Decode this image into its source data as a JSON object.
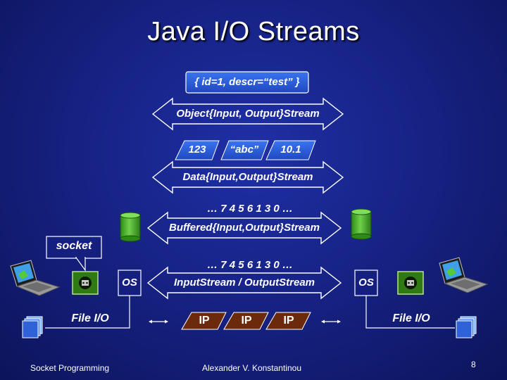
{
  "slide": {
    "title": "Java I/O Streams",
    "page_number": "8",
    "footer_left": "Socket Programming",
    "footer_center": "Alexander V. Konstantinou"
  },
  "object_box": "{ id=1, descr=“test” }",
  "streams": {
    "object": "Object{Input, Output}Stream",
    "data": "Data{Input,Output}Stream",
    "buffered": "Buffered{Input,Output}Stream",
    "basic": "InputStream / OutputStream"
  },
  "data_values": [
    "123",
    "“abc”",
    "10.1"
  ],
  "byte_sequence_1": "… 7 4 5 6 1 3 0 …",
  "byte_sequence_2": "… 7 4 5 6 1 3 0 …",
  "callout": "socket",
  "os_left": "OS",
  "os_right": "OS",
  "file_io_left": "File I/O",
  "file_io_right": "File I/O",
  "packets": [
    "IP",
    "IP",
    "IP"
  ],
  "colors": {
    "background": "#15207e",
    "accent_blue": "#2a5bd7",
    "packet_brown": "#6b2a0c",
    "chip_green": "#2f7a12",
    "database_green": "#4caf2c"
  }
}
